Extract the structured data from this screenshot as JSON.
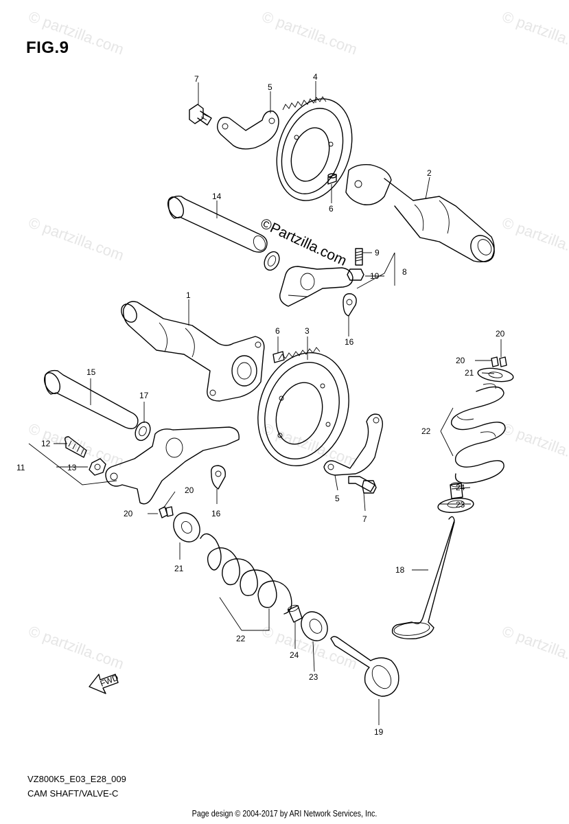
{
  "figure": {
    "title": "FIG.9",
    "code": "VZ800K5_E03_E28_009",
    "name": "CAM SHAFT/VALVE-C"
  },
  "footer": {
    "text": "Page design © 2004-2017 by ARI Network Services, Inc."
  },
  "watermark": {
    "text": "© partzilla.com",
    "center_text": "©Partzilla.com"
  },
  "direction_marker": {
    "label": "FWD"
  },
  "callouts": {
    "n1": "1",
    "n2": "2",
    "n3": "3",
    "n4": "4",
    "n5a": "5",
    "n5b": "5",
    "n6a": "6",
    "n6b": "6",
    "n7a": "7",
    "n7b": "7",
    "n8": "8",
    "n9": "9",
    "n10": "10",
    "n11": "11",
    "n12": "12",
    "n13": "13",
    "n14": "14",
    "n15": "15",
    "n16a": "16",
    "n16b": "16",
    "n17": "17",
    "n18": "18",
    "n19": "19",
    "n20a": "20",
    "n20b": "20",
    "n20c": "20",
    "n20d": "20",
    "n21a": "21",
    "n21b": "21",
    "n22a": "22",
    "n22b": "22",
    "n23a": "23",
    "n23b": "23",
    "n24a": "24",
    "n24b": "24"
  }
}
